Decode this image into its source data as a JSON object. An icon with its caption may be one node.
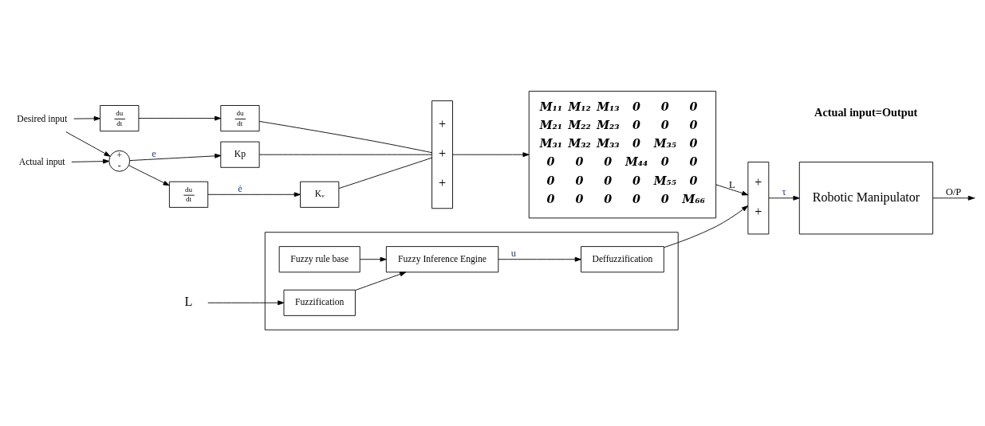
{
  "diagram": {
    "nodes": [
      {
        "text": [
          "Desired input"
        ]
      },
      {
        "text": [
          "du",
          "dt"
        ]
      },
      {
        "text": [
          "du",
          "dt"
        ]
      },
      {
        "text": [
          "+",
          "-"
        ]
      },
      {
        "text": [
          "Kp"
        ]
      },
      {
        "text": [
          "Actual input"
        ]
      },
      {
        "text": [
          "du",
          "dt"
        ]
      },
      {
        "text": [
          "Kᵥ"
        ]
      },
      {
        "text": [
          "+",
          "+",
          "+"
        ]
      },
      {
        "text": [
          "M₁₁ M₁₂ M₁₃ 0 0 0",
          "M₂₁ M₂₂ M₂₃ 0 0 0",
          "M₃₁ M₃₂ M₃₃ 0 M₃₅ 0",
          "0 0 0 M₄₄ 0 0",
          "0 0 0 0 M₅₅ 0",
          "0 0 0 0 0 M₆₆"
        ]
      },
      {
        "text": [
          "+",
          "+"
        ]
      },
      {
        "text": [
          "Robotic Manipulator"
        ],
        "beside": [
          "Actual input=Output"
        ]
      },
      {
        "text": [],
        "shape": "box"
      },
      {
        "text": [
          "Fuzzy rule base"
        ],
        "in": 12
      },
      {
        "text": [
          "L"
        ]
      },
      {
        "text": [
          "Fuzzification"
        ],
        "in": 12
      },
      {
        "text": [
          "Deffuzzification"
        ],
        "in": 12
      },
      {
        "text": [
          "Fuzzy Inference Engine"
        ],
        "in": 12
      }
    ],
    "edges": [
      {
        "from": 0,
        "to": 3,
        "arrow": "to"
      },
      {
        "from": 0,
        "to": 1,
        "arrow": "to"
      },
      {
        "from": 1,
        "to": 2,
        "arrow": "to"
      },
      {
        "from": 5,
        "to": 3,
        "arrow": "to"
      },
      {
        "from": 3,
        "to": 4,
        "arrow": "to",
        "label": "e"
      },
      {
        "from": 3,
        "to": 6,
        "arrow": "to"
      },
      {
        "from": 6,
        "to": 7,
        "arrow": "to",
        "label": "ė"
      },
      {
        "from": 2,
        "to": 8,
        "arrow": "none"
      },
      {
        "from": 4,
        "to": 8,
        "arrow": "none"
      },
      {
        "from": 7,
        "to": 8,
        "arrow": "none"
      },
      {
        "from": 8,
        "to": 9,
        "arrow": "to"
      },
      {
        "from": 9,
        "to": 10,
        "arrow": "to",
        "label": "L"
      },
      {
        "from": 10,
        "to": 11,
        "arrow": "to",
        "label": "τ"
      },
      {
        "from": 11,
        "to": null,
        "arrow": "to",
        "label": "O/P"
      },
      {
        "from": 14,
        "to": 15,
        "arrow": "to"
      },
      {
        "from": 15,
        "to": 17,
        "arrow": "to"
      },
      {
        "from": 13,
        "to": 17,
        "arrow": "to"
      },
      {
        "from": 17,
        "to": 16,
        "arrow": "to",
        "label": "u"
      },
      {
        "from": 16,
        "to": 10,
        "arrow": "to"
      }
    ]
  }
}
